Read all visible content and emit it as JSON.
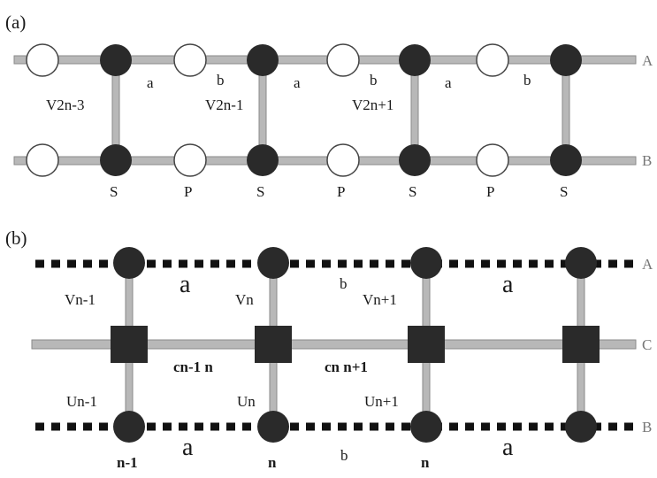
{
  "colors": {
    "bar": "#b8b8b8",
    "bar_edge": "#8a8a8a",
    "filled": "#2a2a2a",
    "open": "#ffffff",
    "dash": "#111111",
    "edge_text": "#777777"
  },
  "panel_a": {
    "label": "(a)",
    "chain_labels": [
      "A",
      "B"
    ],
    "bond_labels": [
      "a",
      "b",
      "a",
      "b",
      "a",
      "b"
    ],
    "rung_labels": [
      "V2n-3",
      "V2n-1",
      "V2n+1"
    ],
    "site_labels": [
      "S",
      "P",
      "S",
      "P",
      "S",
      "P",
      "S"
    ],
    "site_types": [
      "open",
      "filled",
      "open",
      "filled",
      "open",
      "filled",
      "open",
      "filled"
    ]
  },
  "panel_b": {
    "label": "(b)",
    "chain_labels": [
      "A",
      "C",
      "B"
    ],
    "top_bond_labels": [
      "a",
      "b",
      "a"
    ],
    "bottom_bond_labels": [
      "a",
      "b",
      "a"
    ],
    "v_labels": [
      "Vn-1",
      "Vn",
      "Vn+1"
    ],
    "u_labels": [
      "Un-1",
      "Un",
      "Un+1"
    ],
    "c_labels": [
      "cn-1 n",
      "cn n+1"
    ],
    "site_labels": [
      "n-1",
      "n",
      "n"
    ]
  }
}
